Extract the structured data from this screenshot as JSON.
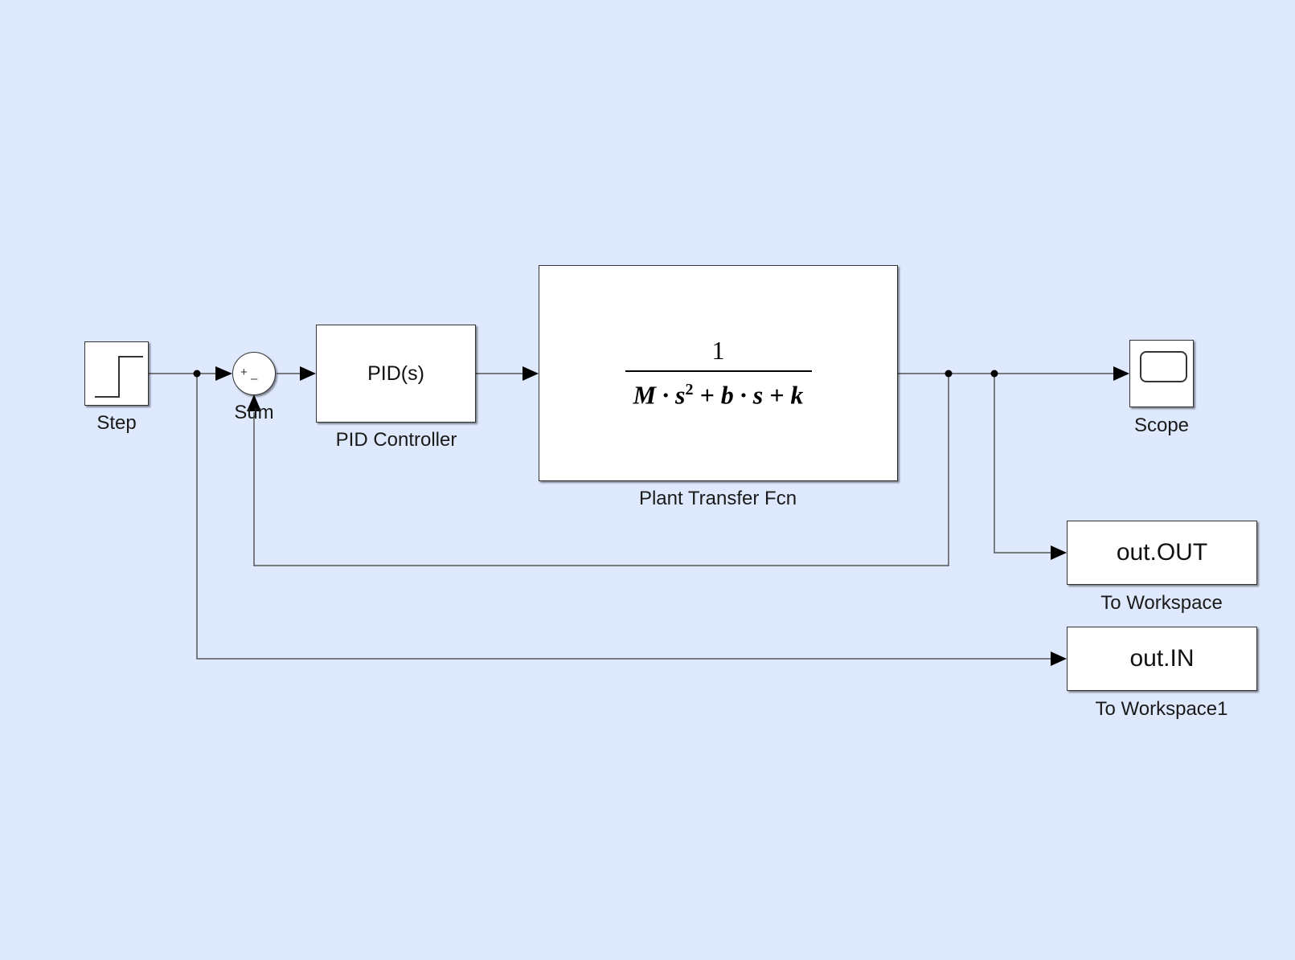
{
  "blocks": {
    "step": {
      "label": "Step"
    },
    "sum": {
      "label": "Sum",
      "sign_plus": "+",
      "sign_minus": "–"
    },
    "pid": {
      "text": "PID(s)",
      "label": "PID Controller"
    },
    "plant": {
      "numerator": "1",
      "denominator_parts": [
        "M · s",
        "2",
        " + b · s + k"
      ],
      "label": "Plant Transfer Fcn"
    },
    "scope": {
      "label": "Scope"
    },
    "to_workspace": {
      "text": "out.OUT",
      "label": "To Workspace"
    },
    "to_workspace1": {
      "text": "out.IN",
      "label": "To Workspace1"
    }
  },
  "colors": {
    "background": "#dfe9fd",
    "wire": "#555555",
    "arrow": "#000000"
  }
}
